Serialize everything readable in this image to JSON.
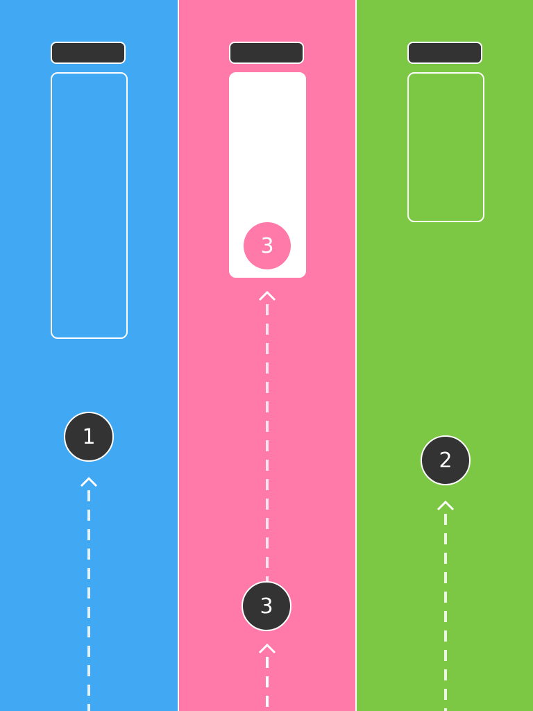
{
  "colors": {
    "lane_blue": "#41a8f4",
    "lane_pink": "#ff7aa8",
    "lane_green": "#7cc844",
    "ball_dark": "#333333",
    "white": "#ffffff"
  },
  "lanes": [
    {
      "id": "blue",
      "tube_state": "empty",
      "ball": {
        "label": "1"
      }
    },
    {
      "id": "pink",
      "tube_state": "filled",
      "tube_ball": {
        "label": "3"
      },
      "ball": {
        "label": "3"
      }
    },
    {
      "id": "green",
      "tube_state": "empty",
      "ball": {
        "label": "2"
      }
    }
  ],
  "icons": {
    "guide": "dashed-arrow-up-icon",
    "lid": "tube-cap-icon"
  }
}
